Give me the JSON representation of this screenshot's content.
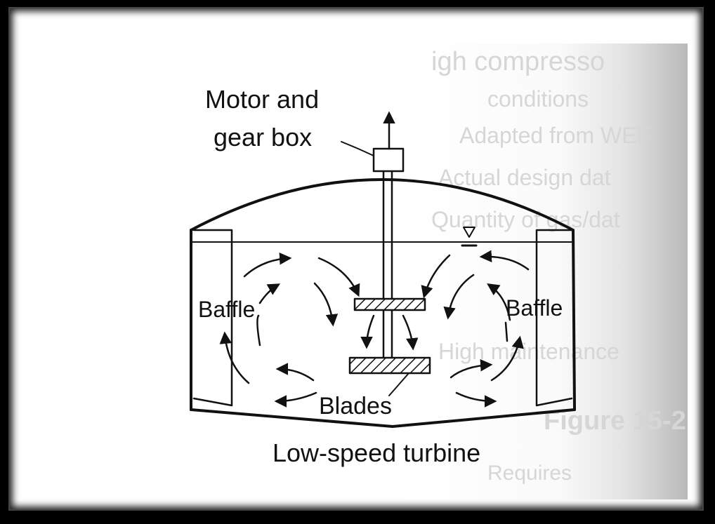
{
  "diagram": {
    "labels": {
      "motor": [
        "Motor and",
        "gear box"
      ],
      "baffle_left": "Baffle",
      "baffle_right": "Baffle",
      "blades": "Blades",
      "caption": "Low-speed turbine"
    },
    "background_text": [
      "igh compresso",
      "conditions",
      "Adapted from WEF",
      "Actual design dat",
      "Quantity of gas/dat",
      "High maintenance",
      "Figure 15-2",
      "Requires"
    ],
    "colors": {
      "ink": "#111111",
      "frame": "#000000",
      "paper": "#ffffff",
      "page_shadow": "#bdbdbd"
    }
  }
}
